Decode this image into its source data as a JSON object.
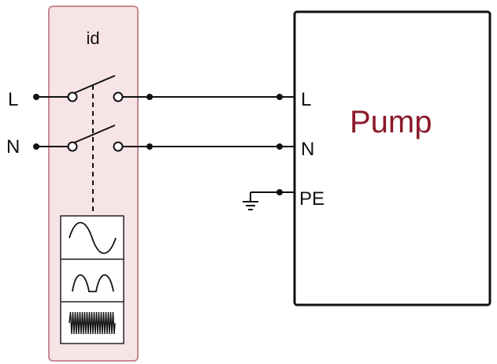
{
  "device": {
    "label": "id",
    "fill_color": "#f7e4e7",
    "border_color": "#c98a93"
  },
  "terminals_left": {
    "line": "L",
    "neutral": "N"
  },
  "pump": {
    "title": "Pump",
    "title_color": "#8b1a2a",
    "terminal_line": "L",
    "terminal_neutral": "N",
    "terminal_earth": "PE"
  },
  "fault_types": [
    {
      "icon": "sine-wave-icon"
    },
    {
      "icon": "pulsating-dc-wave-icon"
    },
    {
      "icon": "high-frequency-wave-icon"
    }
  ]
}
